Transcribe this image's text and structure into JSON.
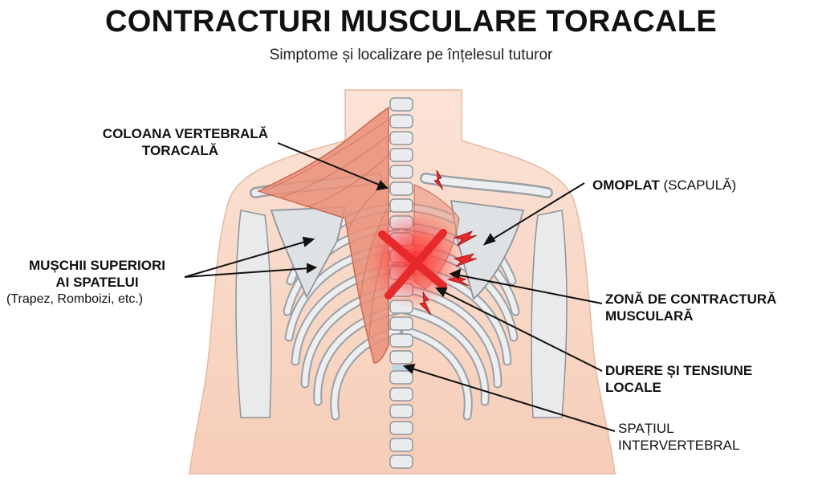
{
  "title": "CONTRACTURI MUSCULARE TORACALE",
  "subtitle": "Simptome și localizare pe înțelesul tuturor",
  "labels": {
    "spine": {
      "line1": "COLOANA VERTEBRALĂ",
      "line2": "TORACALĂ"
    },
    "scapula": {
      "bold": "OMOPLAT",
      "normal": "(SCAPULĂ)"
    },
    "muscles": {
      "line1": "MUȘCHII SUPERIORI",
      "line2": "AI SPATELUI",
      "line3": "(Trapez, Romboizi, etc.)"
    },
    "contracture_zone": {
      "line1": "ZONĂ DE CONTRACTURĂ",
      "line2": "MUSCULARĂ"
    },
    "pain": {
      "line1": "DURERE ȘI TENSIUNE",
      "line2": "LOCALE"
    },
    "intervertebral_space": {
      "line1": "SPAȚIUL",
      "line2": "INTERVERTEBRAL"
    }
  },
  "colors": {
    "skin": "#f8d5c2",
    "bone": "#e6e8ea",
    "muscle": "#e98f78",
    "pain_red": "#e8292b",
    "disc": "#b7d7ea"
  }
}
